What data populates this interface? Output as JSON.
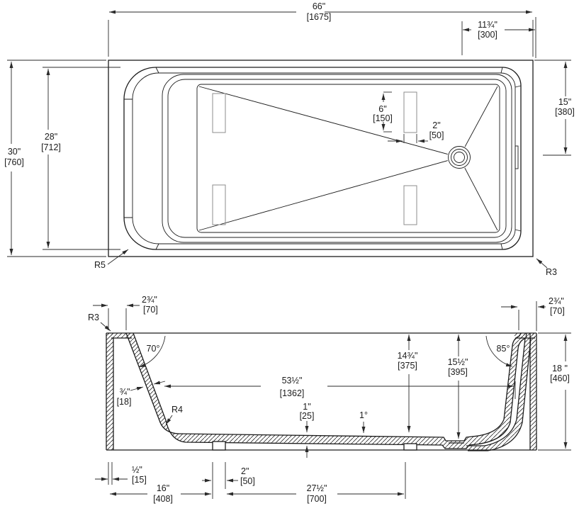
{
  "drawing": {
    "type": "bathtub-technical-drawing",
    "line_color": "#1c1c1c",
    "background": "#ffffff",
    "top_view": {
      "overall_length": {
        "in": "66\"",
        "mm": "[1675]"
      },
      "drain_from_end": {
        "in": "11¾\"",
        "mm": "[300]"
      },
      "overall_width": {
        "in": "30\"",
        "mm": "[760]"
      },
      "rim_width": {
        "in": "28\"",
        "mm": "[712]"
      },
      "drain_from_side": {
        "in": "15\"",
        "mm": "[380]"
      },
      "pad_length": {
        "in": "6\"",
        "mm": "[150]"
      },
      "pad_width": {
        "in": "2\"",
        "mm": "[50]"
      },
      "radius_left": "R5",
      "radius_right": "R3"
    },
    "section_view": {
      "rim_lip_left": {
        "in": "2¾\"",
        "mm": "[70]"
      },
      "rim_lip_right": {
        "in": "2¾\"",
        "mm": "[70]"
      },
      "radius_top": "R3",
      "wall_angle_left": "70°",
      "wall_angle_right": "85°",
      "wall_thickness": {
        "in": "¾\"",
        "mm": "[18]"
      },
      "radius_bottom": "R4",
      "floor_length": {
        "in": "53½\"",
        "mm": "[1362]"
      },
      "depth_to_floor": {
        "in": "14¾\"",
        "mm": "[375]"
      },
      "depth_to_drain": {
        "in": "15½\"",
        "mm": "[395]"
      },
      "floor_thickness": {
        "in": "1\"",
        "mm": "[25]"
      },
      "floor_slope": "1°",
      "overall_height": {
        "in": "18 \"",
        "mm": "[460]"
      },
      "skirt_offset": {
        "in": "½\"",
        "mm": "[15]"
      },
      "block_position": {
        "in": "16\"",
        "mm": "[408]"
      },
      "block_width": {
        "in": "2\"",
        "mm": "[50]"
      },
      "drain_position": {
        "in": "27½\"",
        "mm": "[700]"
      }
    }
  }
}
